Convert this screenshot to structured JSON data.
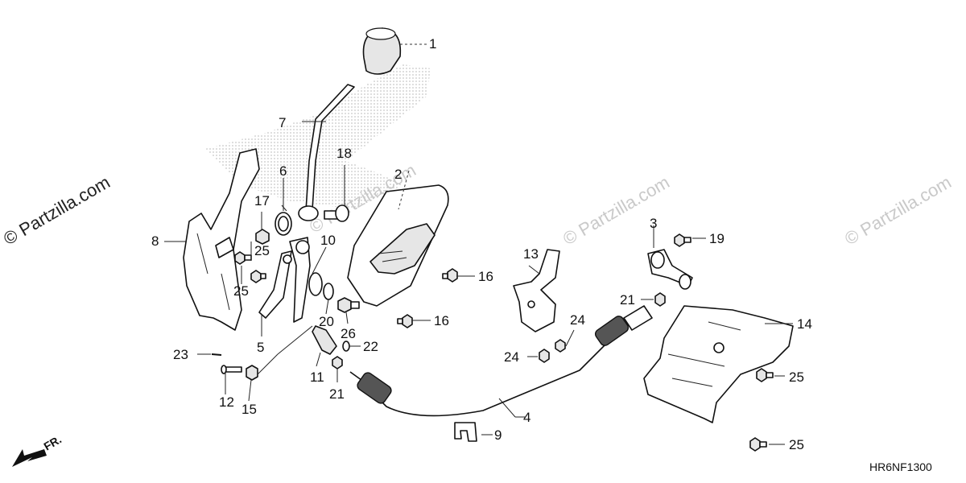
{
  "watermarks": [
    "© Partzilla.com",
    "© Partzilla.com",
    "© Partzilla.com",
    "© Partzilla.com"
  ],
  "diagram_code": "HR6NF1300",
  "front_marker": "FR.",
  "callouts": [
    "1",
    "2",
    "3",
    "4",
    "5",
    "6",
    "7",
    "8",
    "9",
    "10",
    "11",
    "12",
    "13",
    "14",
    "15",
    "16",
    "16",
    "17",
    "18",
    "19",
    "20",
    "21",
    "21",
    "22",
    "23",
    "24",
    "24",
    "25",
    "25",
    "25",
    "25",
    "26"
  ]
}
